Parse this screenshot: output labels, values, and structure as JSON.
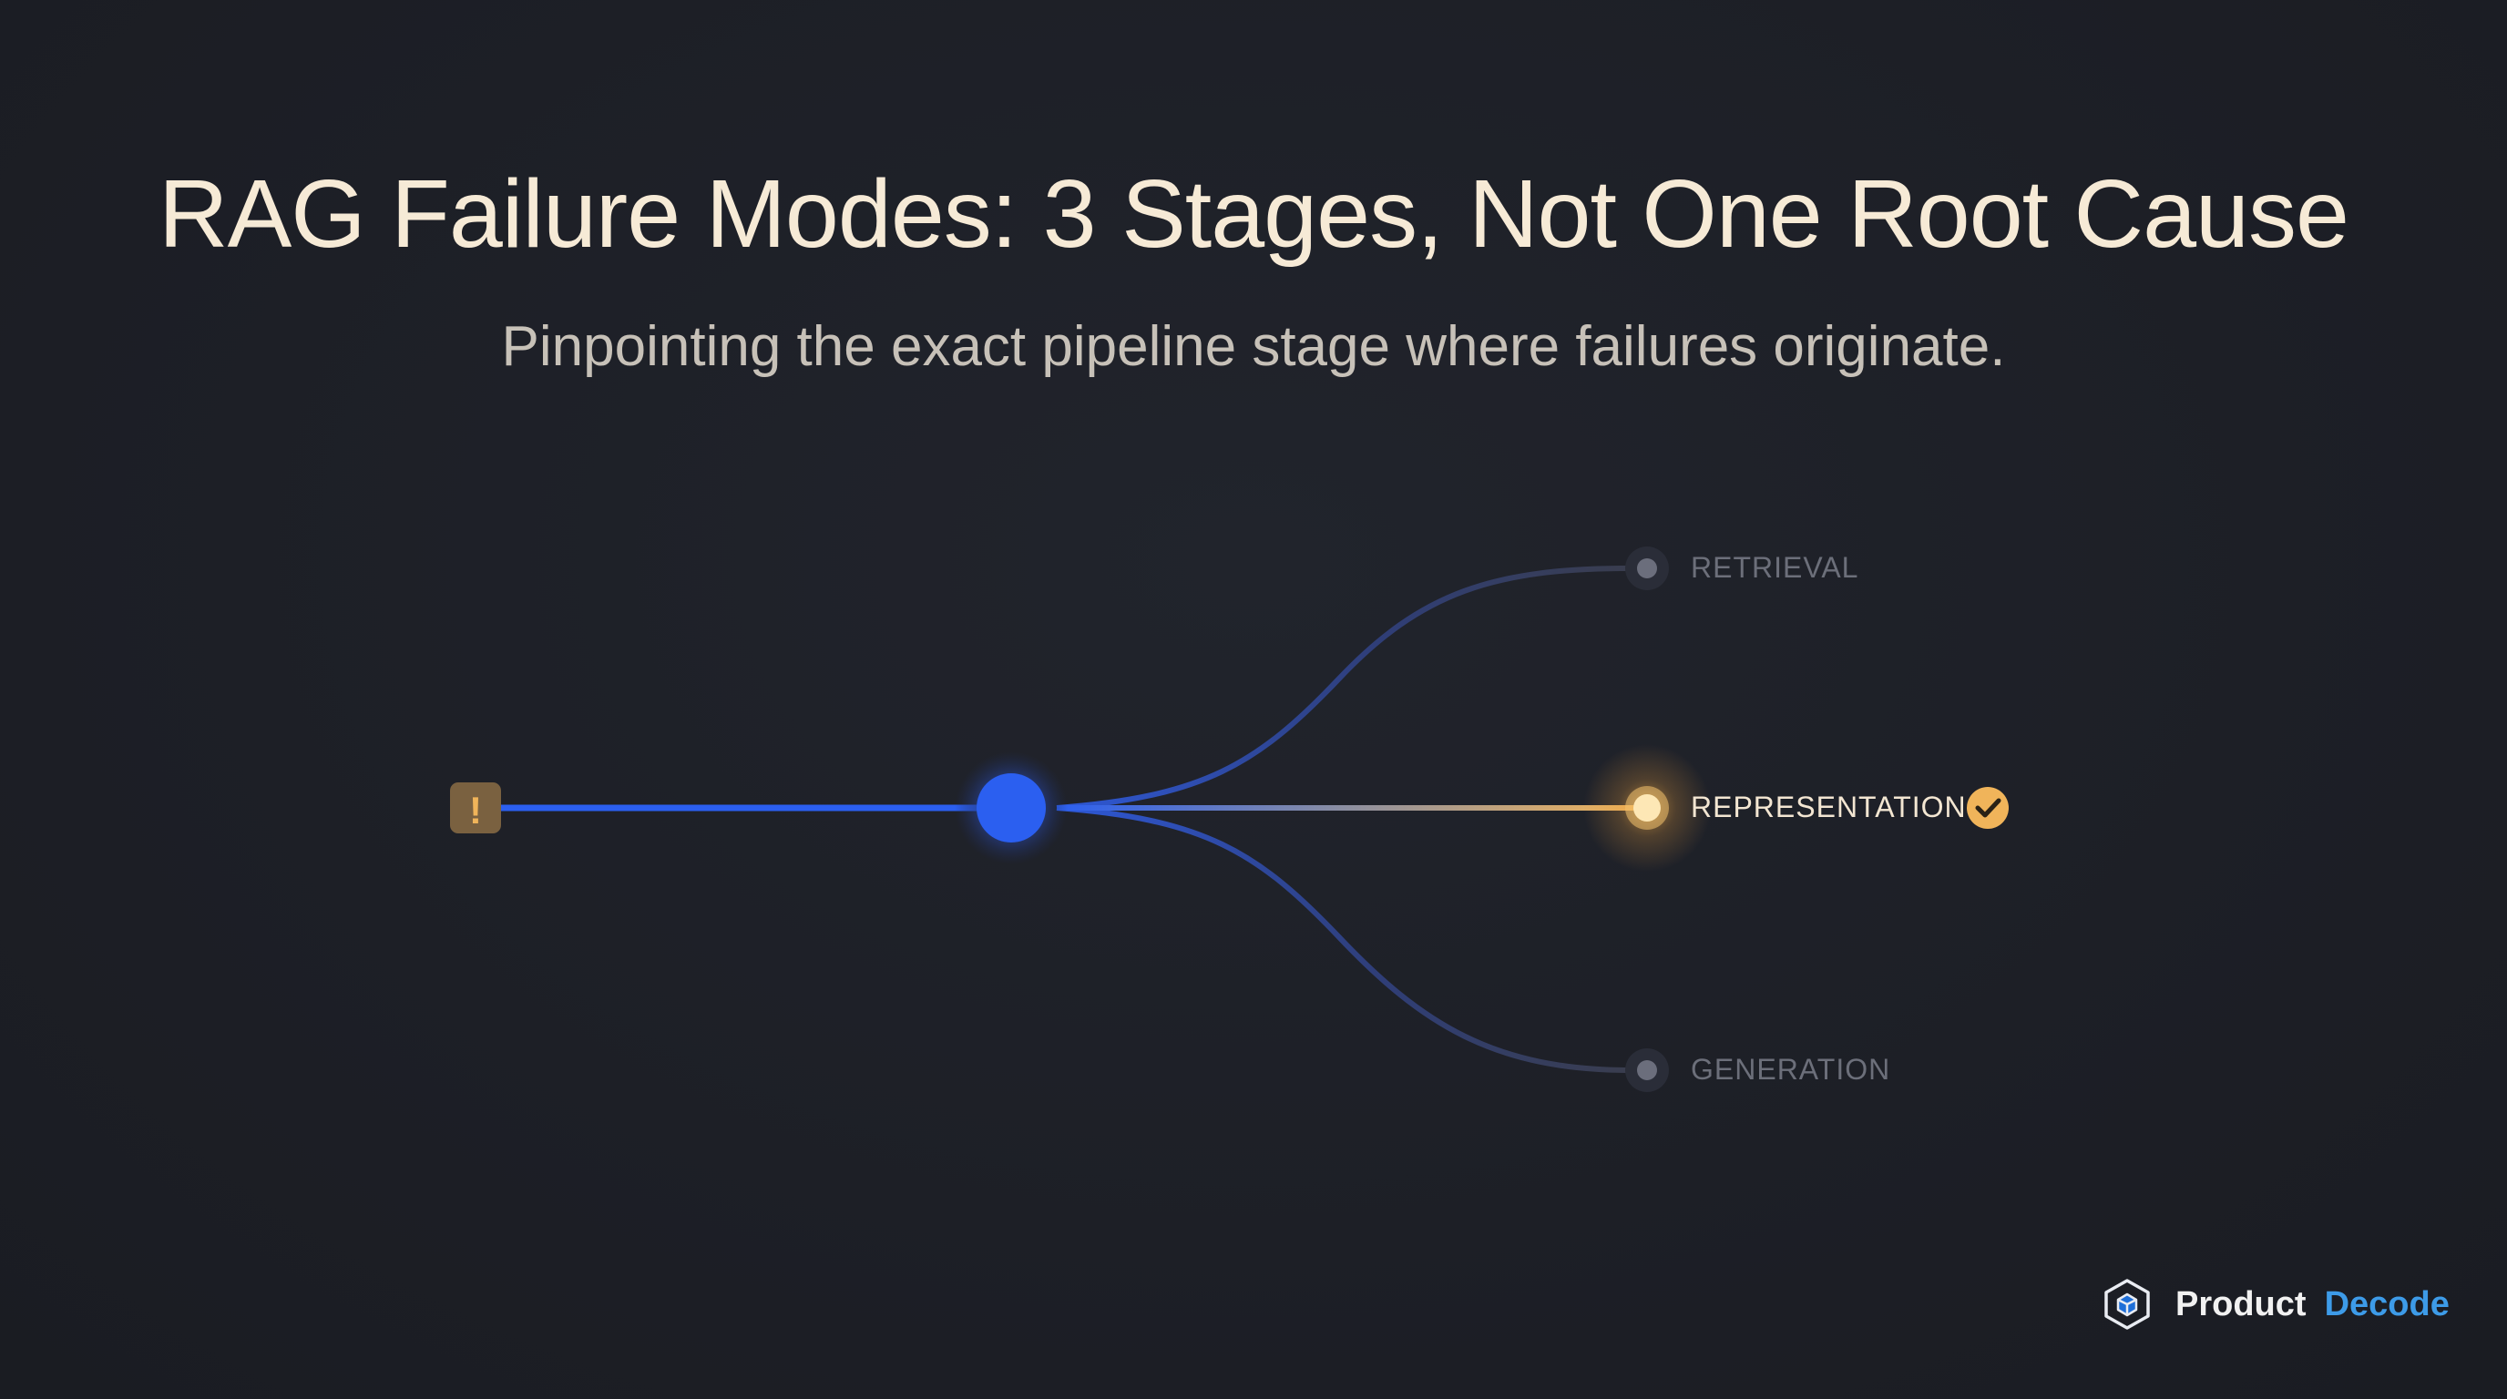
{
  "title": "RAG Failure Modes: 3 Stages, Not One Root Cause",
  "subtitle": "Pinpointing the exact pipeline stage where failures originate.",
  "warning_symbol": "!",
  "stages": [
    {
      "label": "RETRIEVAL",
      "state": "inactive"
    },
    {
      "label": "REPRESENTATION",
      "state": "active"
    },
    {
      "label": "GENERATION",
      "state": "inactive"
    }
  ],
  "brand": {
    "word1": "Product",
    "word2": "Decode",
    "icon": "hexagon-cube-icon"
  },
  "colors": {
    "background": "#1d1f26",
    "title": "#f6ead6",
    "flow_blue": "#2b5ff0",
    "highlight_amber": "#f0b45a",
    "inactive_gray": "#6c6f7a",
    "brand_blue": "#3d9be8"
  }
}
